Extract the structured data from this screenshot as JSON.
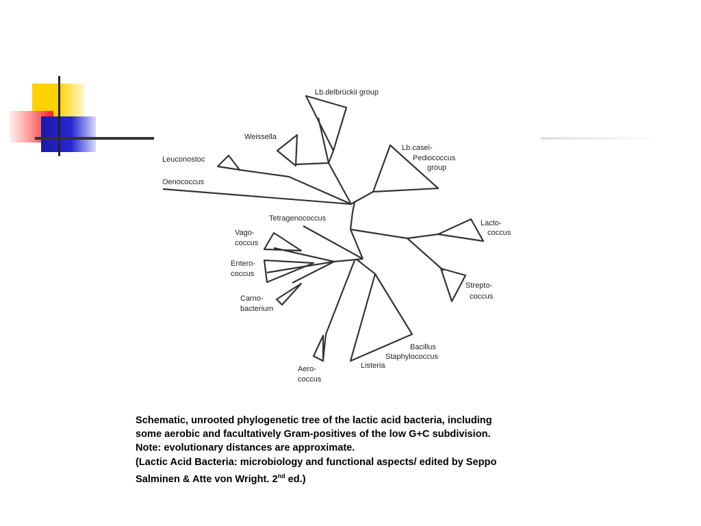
{
  "diagram": {
    "labels": {
      "delbrueckii": "Lb.delbrūckii group",
      "weissella": "Weissella",
      "casei_1": "Lb.casei-",
      "casei_2": "Pediococcus",
      "casei_3": "group",
      "leuconostoc": "Leuconostoc",
      "oenococcus": "Oenococcus",
      "tetragenococcus": "Tetragenococcus",
      "lacto_1": "Lacto-",
      "lacto_2": "coccus",
      "vago_1": "Vago-",
      "vago_2": "coccus",
      "entero_1": "Entero-",
      "entero_2": "coccus",
      "strepto_1": "Strepto-",
      "strepto_2": "coccus",
      "carno_1": "Carno-",
      "carno_2": "bacterium",
      "bacillus": "Bacillus",
      "staphylococcus": "Staphylococcus",
      "listeria": "Listeria",
      "aero_1": "Aero-",
      "aero_2": "coccus"
    }
  },
  "caption": {
    "line1": "Schematic, unrooted phylogenetic tree of the lactic acid bacteria, including",
    "line2": "some aerobic and facultatively Gram-positives of the low G+C subdivision.",
    "line3": "Note: evolutionary distances are approximate.",
    "line4": "(Lactic Acid Bacteria: microbiology and functional aspects/ edited by Seppo",
    "line5_main": "Salminen & Atte von Wright. 2",
    "line5_sup": "nd",
    "line5_end": " ed.)"
  }
}
